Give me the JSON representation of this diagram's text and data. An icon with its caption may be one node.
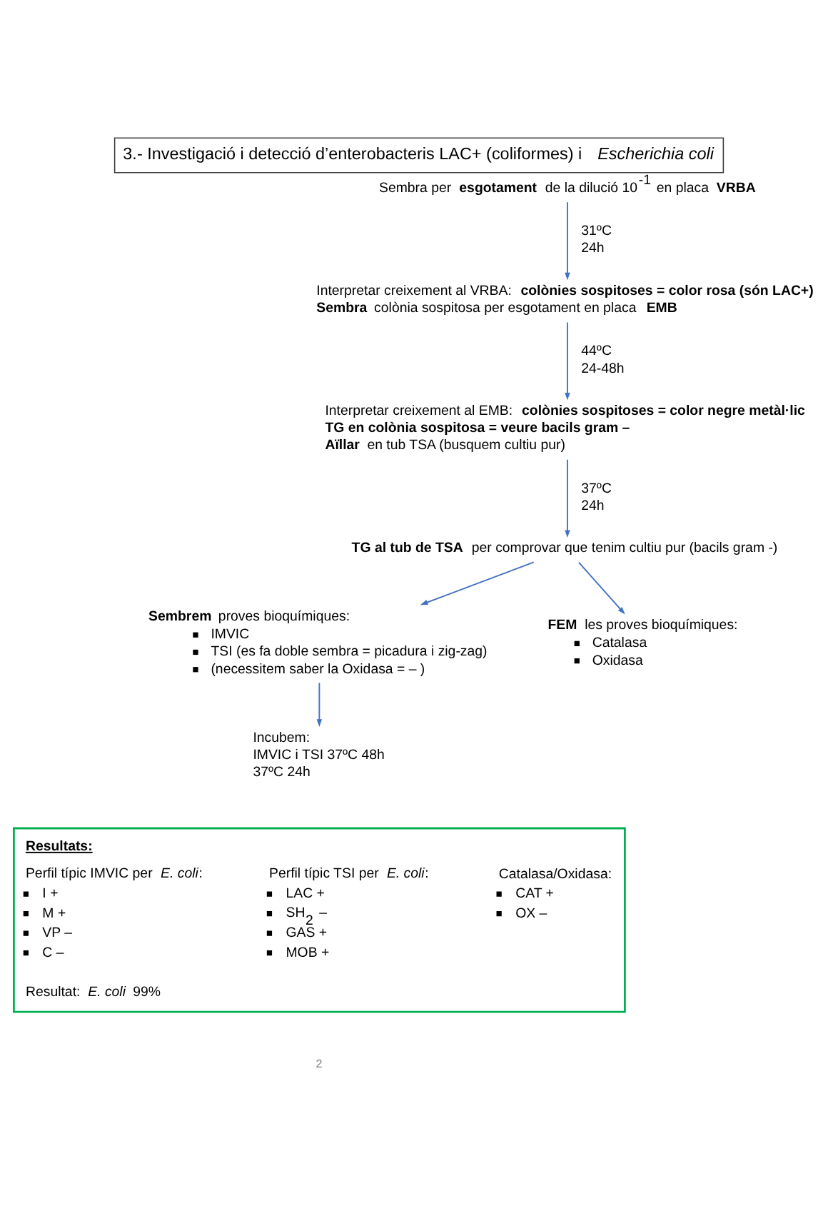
{
  "diagram": {
    "title": "3.- Investigació i detecció d’enterobacteris LAC+ (coliformes) i *Escherichia coli*",
    "nodes": [
      {
        "text": [
          "Sembra per **esgotament** de la dilució 10$^{-1}$ en placa **VRBA**"
        ]
      },
      {
        "text": [
          "Interpretar creixement al VRBA: **colònies sospitoses = color rosa (són LAC+)**",
          "**Sembra** colònia sospitosa per esgotament en placa **EMB**"
        ]
      },
      {
        "text": [
          "Interpretar creixement al EMB: **colònies sospitoses = color negre metàl·lic**",
          "TG en colònia sospitosa = veure bacils gram –",
          "**Aïllar** en tub TSA (busquem cultiu pur)"
        ]
      },
      {
        "text": [
          "**TG al tub de TSA** per comprovar que tenim cultiu pur (bacils gram -)"
        ]
      },
      {
        "text": [
          "**Sembrem** proves bioquímiques:",
          "IMVIC",
          "TSI (es fa doble sembra = picadura i zig-zag)",
          "(necessitem saber la Oxidasa = – )"
        ]
      },
      {
        "text": [
          "**FEM** les proves bioquímiques:",
          "Catalasa",
          "Oxidasa"
        ]
      },
      {
        "text": [
          "Incubem:",
          "IMVIC i TSI 37ºC 48h",
          "37ºC 24h"
        ]
      },
      {
        "text": [
          "Resultats:",
          "Perfil típic IMVIC per *E. coli*:",
          "I +",
          "M +",
          "VP –",
          "C –",
          "Perfil típic TSI per *E. coli*:",
          "LAC +",
          "SH$_{2}$ –",
          "GAS +",
          "MOB +",
          "Catalasa/Oxidasa:",
          "CAT +",
          "OX –",
          "Resultat: *E. coli* 99%"
        ]
      }
    ],
    "edges": [
      {
        "from": 0,
        "to": 1,
        "arrow": "to",
        "label": "31ºC 24h"
      },
      {
        "from": 1,
        "to": 2,
        "arrow": "to",
        "label": "44ºC 24-48h"
      },
      {
        "from": 2,
        "to": 3,
        "arrow": "to",
        "label": "37ºC 24h"
      },
      {
        "from": 3,
        "to": 4,
        "arrow": "to"
      },
      {
        "from": 3,
        "to": 5,
        "arrow": "to"
      },
      {
        "from": 4,
        "to": 6,
        "arrow": "to"
      }
    ],
    "labels": [
      "2"
    ]
  }
}
